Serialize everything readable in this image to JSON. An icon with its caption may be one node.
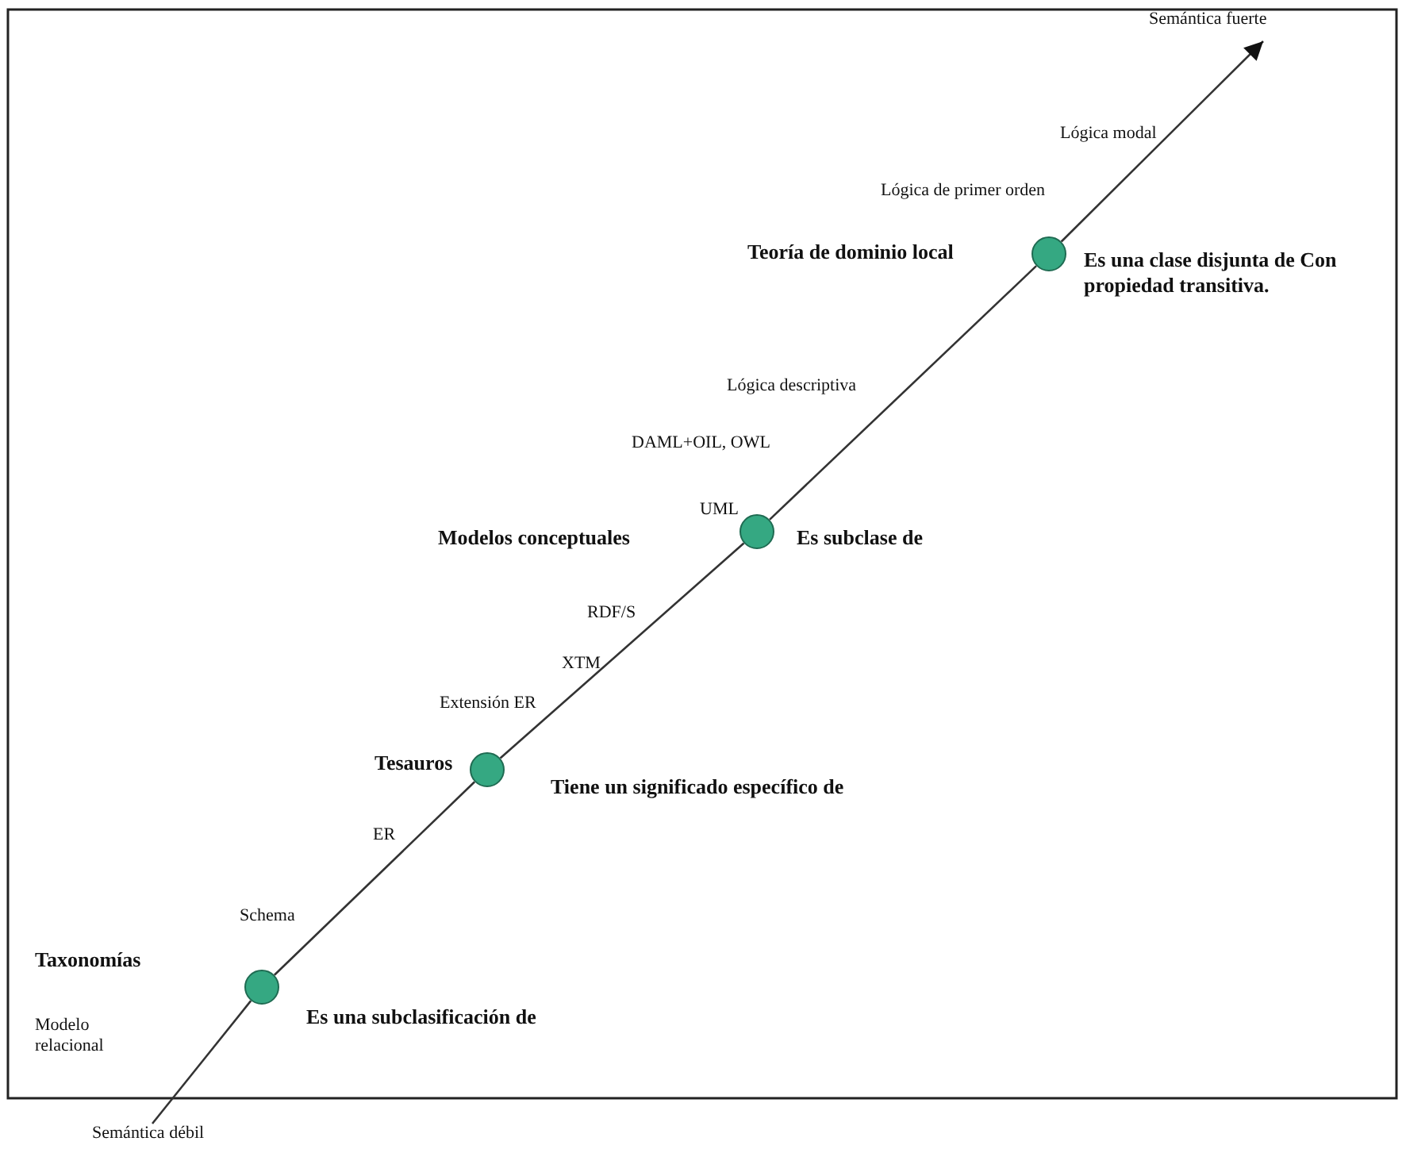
{
  "diagram": {
    "nodes": [
      {
        "text": [
          "Semántica débil"
        ]
      },
      {
        "text": [],
        "shape": "circle",
        "beside": [
          "Es una subclasificación de"
        ]
      },
      {
        "text": [],
        "shape": "circle",
        "beside": [
          "Tesauros",
          "Tiene un significado específico de"
        ]
      },
      {
        "text": [],
        "shape": "circle",
        "beside": [
          "Es subclase de"
        ]
      },
      {
        "text": [],
        "shape": "circle",
        "beside": [
          "Teoría de dominio local",
          "Es una clase disjunta de Con propiedad transitiva."
        ]
      },
      {
        "text": [
          "Semántica fuerte"
        ]
      }
    ],
    "edges": [
      {
        "from": 0,
        "to": 1,
        "arrow": "none"
      },
      {
        "from": 1,
        "to": 2,
        "arrow": "none"
      },
      {
        "from": 2,
        "to": 3,
        "arrow": "none"
      },
      {
        "from": 3,
        "to": 4,
        "arrow": "none"
      },
      {
        "from": 4,
        "to": 5,
        "arrow": "to"
      }
    ],
    "labels": [
      "Lógica modal",
      "Lógica de primer orden",
      "Lógica descriptiva",
      "DAML+OIL, OWL",
      "UML",
      "Modelos conceptuales",
      "RDF/S",
      "XTM",
      "Extensión ER",
      "ER",
      "Schema",
      "Taxonomías",
      "Modelo relacional"
    ]
  }
}
